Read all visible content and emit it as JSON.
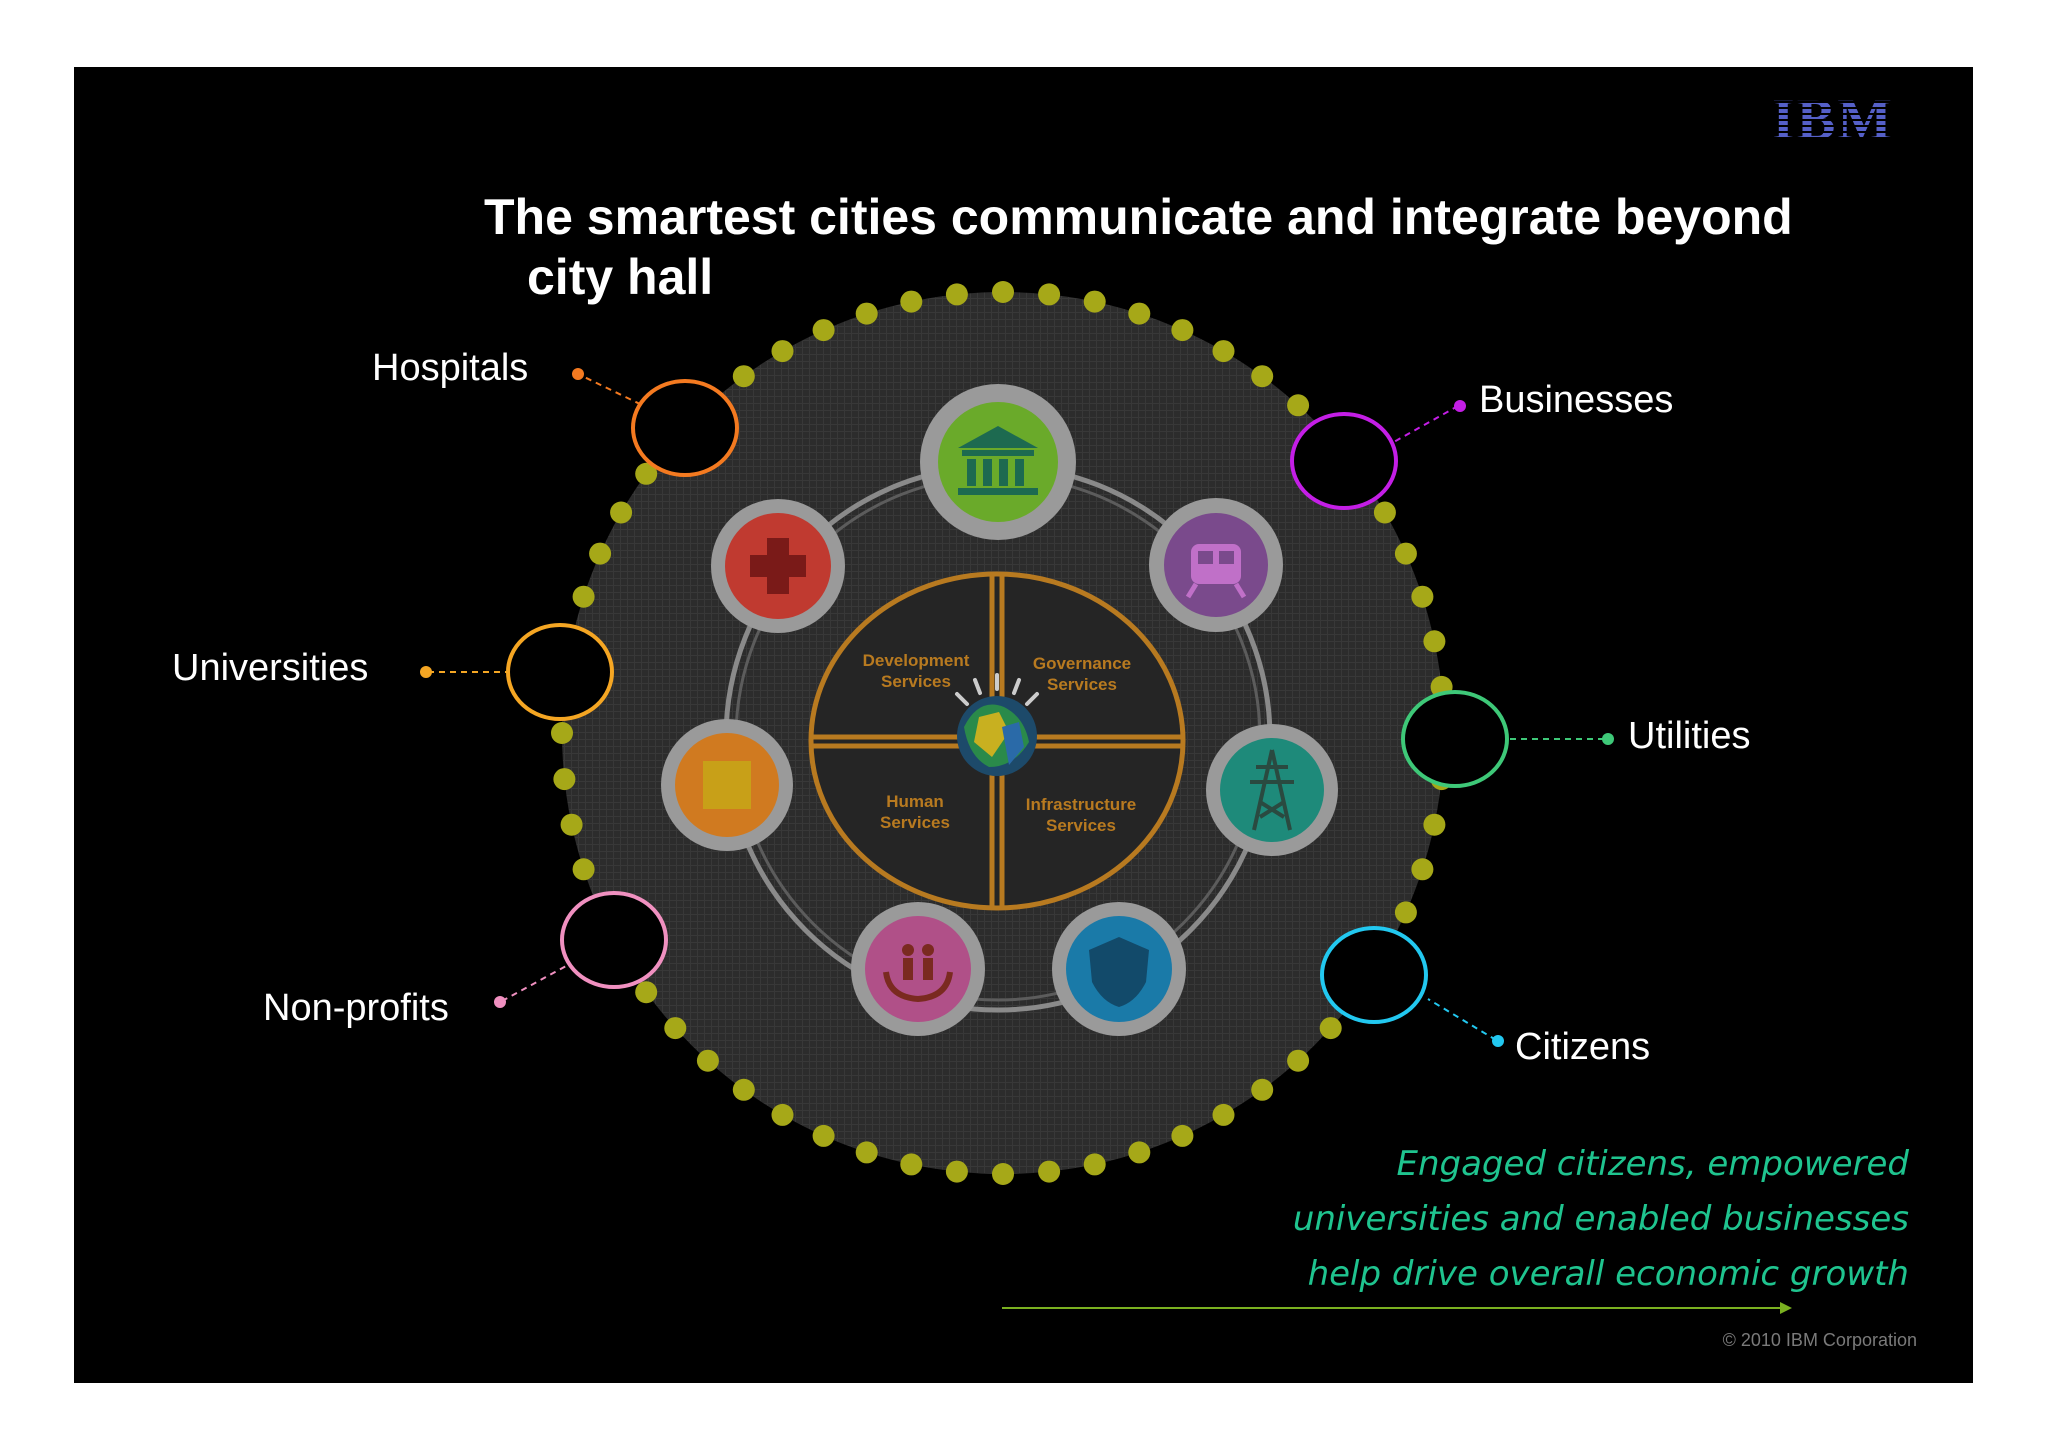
{
  "logo": {
    "text": "IBM",
    "color": "#5560c8"
  },
  "title": {
    "line1": "The smartest cities communicate and integrate beyond",
    "line2": "city hall"
  },
  "stakeholders": [
    {
      "label": "Hospitals",
      "color": "#f47a20"
    },
    {
      "label": "Businesses",
      "color": "#c41ee6"
    },
    {
      "label": "Universities",
      "color": "#f5a623"
    },
    {
      "label": "Utilities",
      "color": "#3ec878"
    },
    {
      "label": "Non-profits",
      "color": "#f090c0"
    },
    {
      "label": "Citizens",
      "color": "#22c8f0"
    }
  ],
  "quadrants": [
    {
      "line1": "Development",
      "line2": "Services"
    },
    {
      "line1": "Governance",
      "line2": "Services"
    },
    {
      "line1": "Human",
      "line2": "Services"
    },
    {
      "line1": "Infrastructure",
      "line2": "Services"
    }
  ],
  "service_icons": [
    {
      "name": "government-building-icon",
      "color": "#6aaa2a"
    },
    {
      "name": "train-icon",
      "color": "#7a4a8c"
    },
    {
      "name": "power-tower-icon",
      "color": "#1e8a7a"
    },
    {
      "name": "police-badge-icon",
      "color": "#1a7aa8"
    },
    {
      "name": "family-care-icon",
      "color": "#b05088"
    },
    {
      "name": "education-icon",
      "color": "#d07a20"
    },
    {
      "name": "health-cross-icon",
      "color": "#c03a30"
    }
  ],
  "tagline": {
    "line1": "Engaged citizens, empowered",
    "line2": "universities and enabled businesses",
    "line3": "help drive overall economic growth"
  },
  "copyright": "© 2010 IBM Corporation",
  "colors": {
    "dots": "#a6a818",
    "ring": "#c07a1a",
    "tagline": "#1fc48f",
    "arrow": "#7ab020"
  }
}
